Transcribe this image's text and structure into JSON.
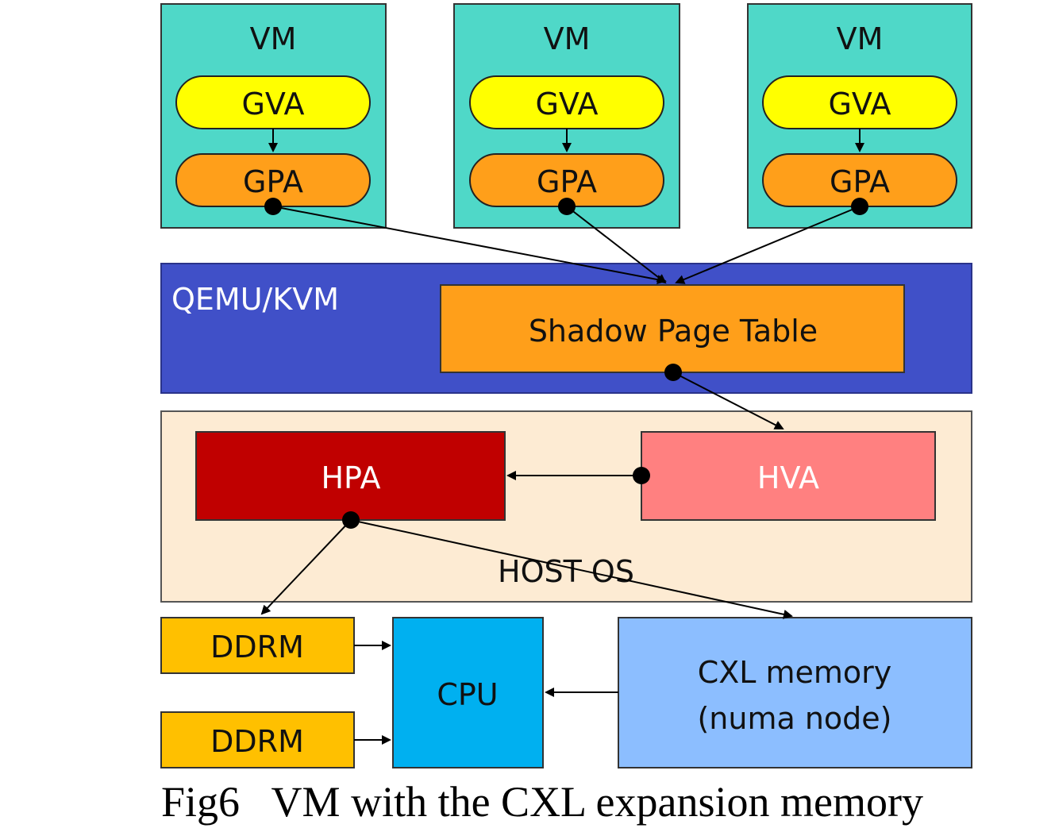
{
  "vms": [
    {
      "title": "VM",
      "gva": "GVA",
      "gpa": "GPA"
    },
    {
      "title": "VM",
      "gva": "GVA",
      "gpa": "GPA"
    },
    {
      "title": "VM",
      "gva": "GVA",
      "gpa": "GPA"
    }
  ],
  "qemu": {
    "label": "QEMU/KVM",
    "shadow_table": "Shadow Page Table"
  },
  "host": {
    "label": "HOST OS",
    "hpa": "HPA",
    "hva": "HVA"
  },
  "hardware": {
    "ddrm_top": "DDRM",
    "ddrm_bottom": "DDRM",
    "cpu": "CPU",
    "cxl_line1": "CXL memory",
    "cxl_line2": "(numa node)"
  },
  "caption": "Fig6   VM with the CXL expansion memory",
  "colors": {
    "vm_bg": "#4fd8c8",
    "gva": "#ffff00",
    "gpa": "#ff9f1a",
    "qemu_bg": "#4050c8",
    "host_bg": "#fdebd3",
    "hpa": "#c00000",
    "hva": "#ff8080",
    "ddrm": "#ffc000",
    "cpu": "#00b0f0",
    "cxl": "#8cbeff"
  }
}
